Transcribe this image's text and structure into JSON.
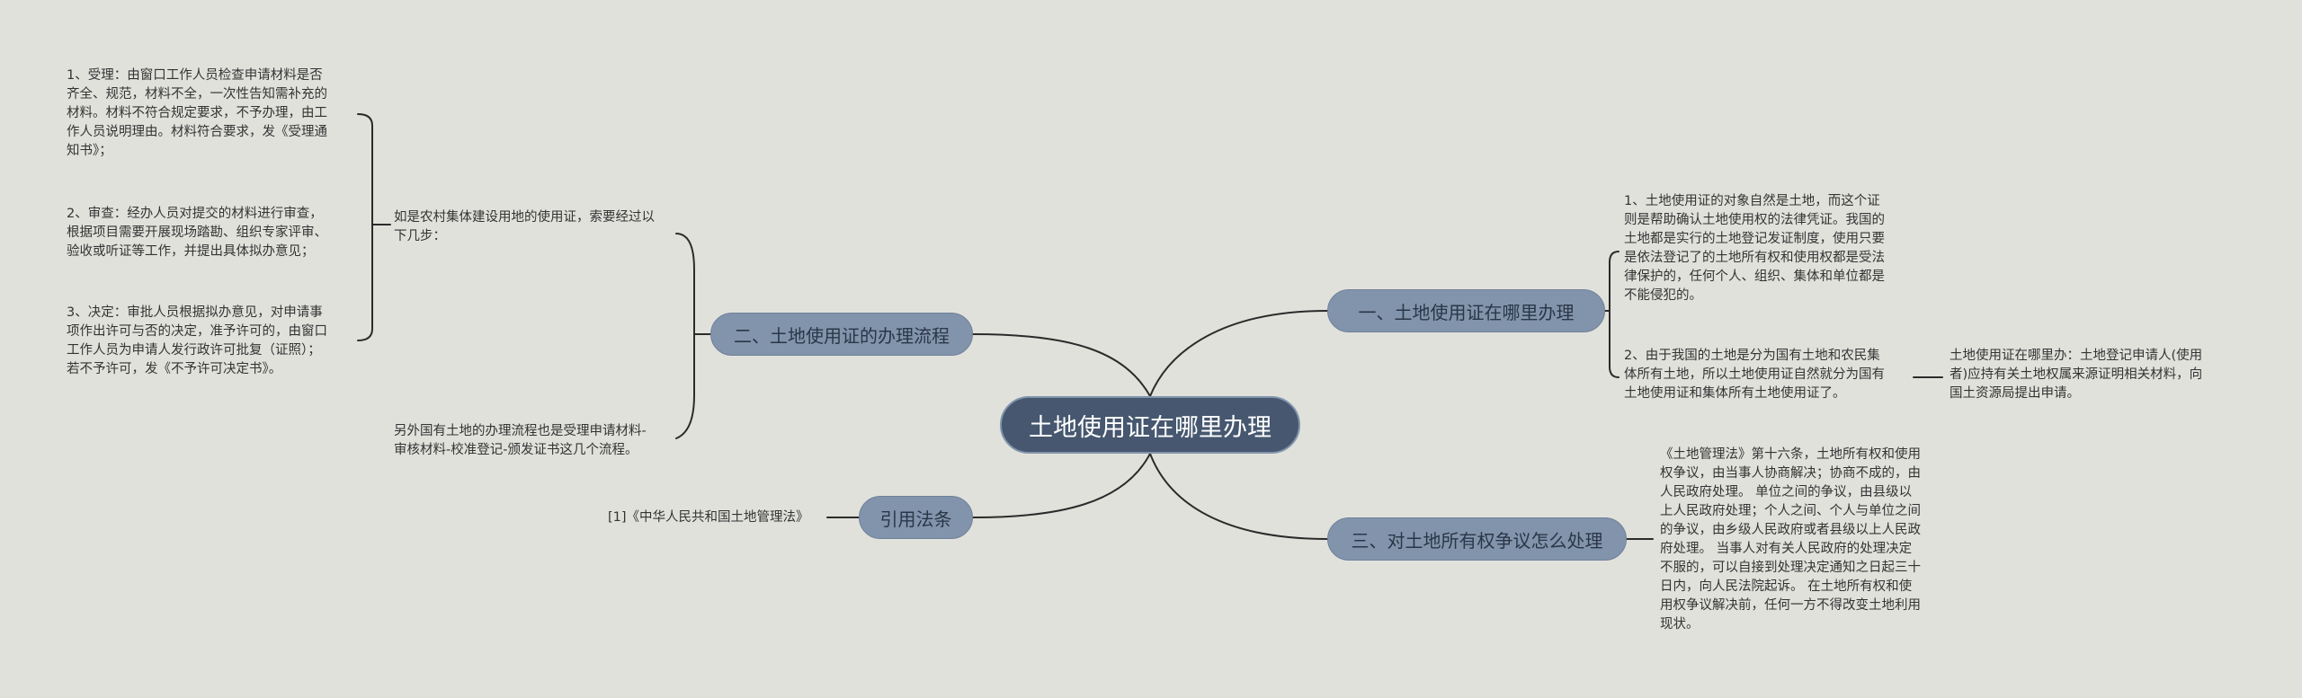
{
  "root": {
    "label": "土地使用证在哪里办理"
  },
  "branches": {
    "where": {
      "label": "一、土地使用证在哪里办理",
      "detail_1": [
        "1、土地使用证的对象自然是土地，而这个证",
        "则是帮助确认土地使用权的法律凭证。我国的",
        "土地都是实行的土地登记发证制度，使用只要",
        "是依法登记了的土地所有权和使用权都是受法",
        "律保护的，任何个人、组织、集体和单位都是",
        "不能侵犯的。"
      ],
      "detail_2": [
        "2、由于我国的土地是分为国有土地和农民集",
        "体所有土地，所以土地使用证自然就分为国有",
        "土地使用证和集体所有土地使用证了。"
      ],
      "detail_2_sub": [
        "土地使用证在哪里办：土地登记申请人(使用",
        "者)应持有关土地权属来源证明相关材料，向",
        "国土资源局提出申请。"
      ]
    },
    "process": {
      "label": "二、土地使用证的办理流程",
      "intro": [
        "如是农村集体建设用地的使用证，索要经过以",
        "下几步："
      ],
      "steps": [
        [
          "1、受理：由窗口工作人员检查申请材料是否",
          "齐全、规范，材料不全，一次性告知需补充的",
          "材料。材料不符合规定要求，不予办理，由工",
          "作人员说明理由。材料符合要求，发《受理通",
          "知书》；"
        ],
        [
          "2、审查：经办人员对提交的材料进行审查，",
          "根据项目需要开展现场踏勘、组织专家评审、",
          "验收或听证等工作，并提出具体拟办意见；"
        ],
        [
          "3、决定：审批人员根据拟办意见，对申请事",
          "项作出许可与否的决定，准予许可的，由窗口",
          "工作人员为申请人发行政许可批复（证照）；",
          "若不予许可，发《不予许可决定书》。"
        ]
      ],
      "outro": [
        "另外国有土地的办理流程也是受理申请材料-",
        "审核材料-校准登记-颁发证书这几个流程。"
      ]
    },
    "dispute": {
      "label": "三、对土地所有权争议怎么处理",
      "detail": [
        "《土地管理法》第十六条，土地所有权和使用",
        "权争议，由当事人协商解决；协商不成的，由",
        "人民政府处理。 单位之间的争议，由县级以",
        "上人民政府处理；个人之间、个人与单位之间",
        "的争议，由乡级人民政府或者县级以上人民政",
        "府处理。 当事人对有关人民政府的处理决定",
        "不服的，可以自接到处理决定通知之日起三十",
        "日内，向人民法院起诉。 在土地所有权和使",
        "用权争议解决前，任何一方不得改变土地利用",
        "现状。"
      ]
    },
    "law": {
      "label": "引用法条",
      "detail": "[1]《中华人民共和国土地管理法》"
    }
  },
  "colors": {
    "background": "#e1e1dc",
    "root_fill": "#46576f",
    "branch_fill": "#8294ab",
    "line": "#2b2b2b"
  }
}
